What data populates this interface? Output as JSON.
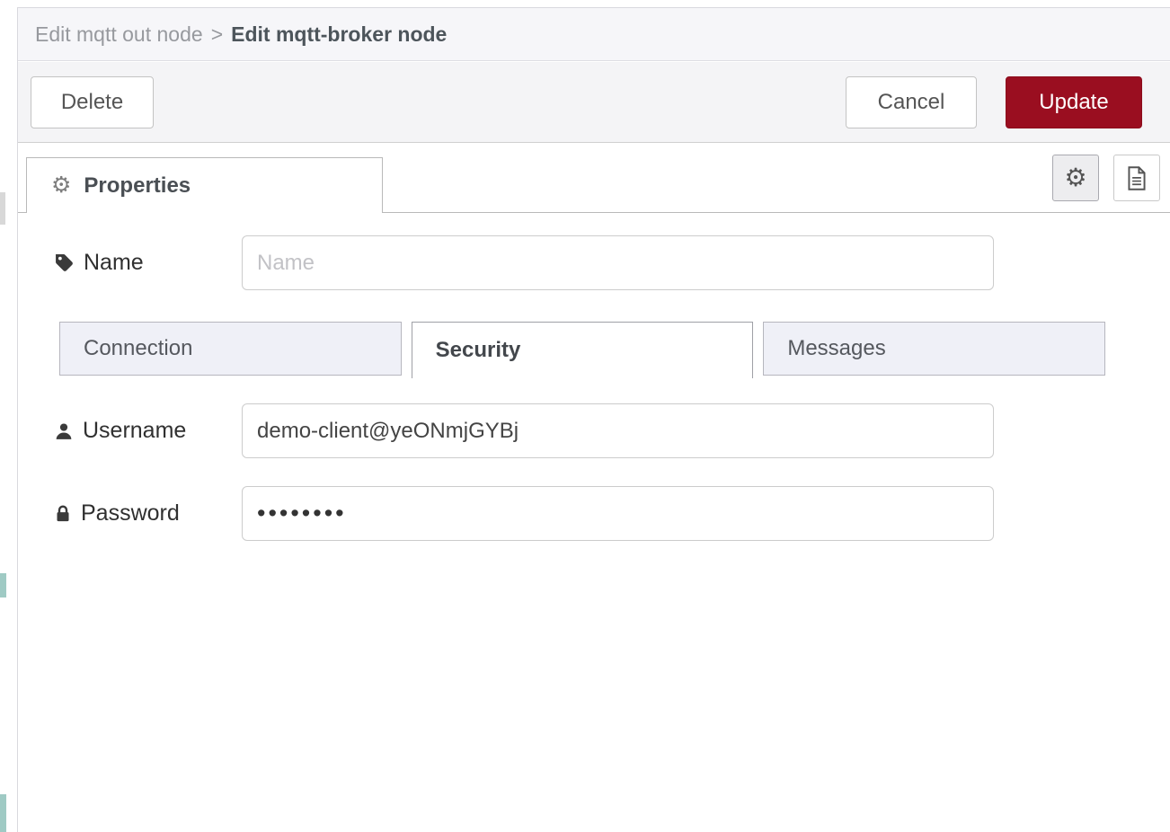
{
  "breadcrumb": {
    "parent": "Edit mqtt out node",
    "separator": ">",
    "current": "Edit mqtt-broker node"
  },
  "toolbar": {
    "delete": "Delete",
    "cancel": "Cancel",
    "update": "Update"
  },
  "properties": {
    "tab_label": "Properties"
  },
  "form": {
    "name": {
      "label": "Name",
      "placeholder": "Name",
      "value": ""
    },
    "tabs": [
      {
        "label": "Connection",
        "active": false
      },
      {
        "label": "Security",
        "active": true
      },
      {
        "label": "Messages",
        "active": false
      }
    ],
    "active_tab": "Security",
    "username": {
      "label": "Username",
      "value": "demo-client@yeONmjGYBj"
    },
    "password": {
      "label": "Password",
      "value": "••••••••"
    }
  },
  "colors": {
    "update_button_bg": "#9a0e20",
    "inactive_tab_bg": "#eff0f7",
    "header_bg": "#f6f6f9"
  }
}
